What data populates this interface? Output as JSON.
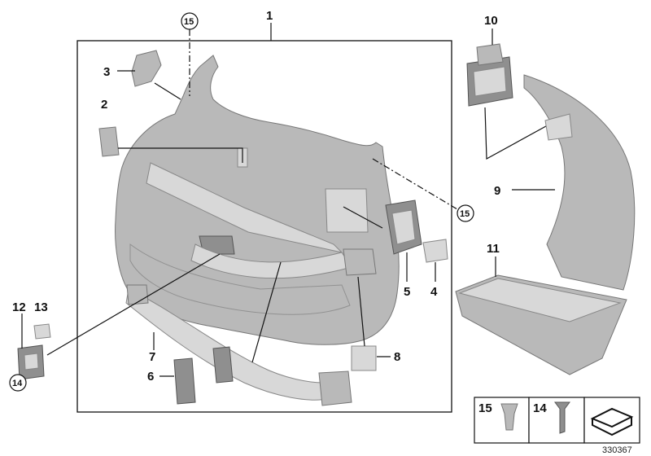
{
  "labels": {
    "l1": "1",
    "l2": "2",
    "l3": "3",
    "l4": "4",
    "l5": "5",
    "l6": "6",
    "l7": "7",
    "l8": "8",
    "l9": "9",
    "l10": "10",
    "l11": "11",
    "l12": "12",
    "l13": "13",
    "l14": "14",
    "l15a": "15",
    "l15b": "15",
    "legend15": "15",
    "legend14": "14"
  },
  "document_number": "330367"
}
